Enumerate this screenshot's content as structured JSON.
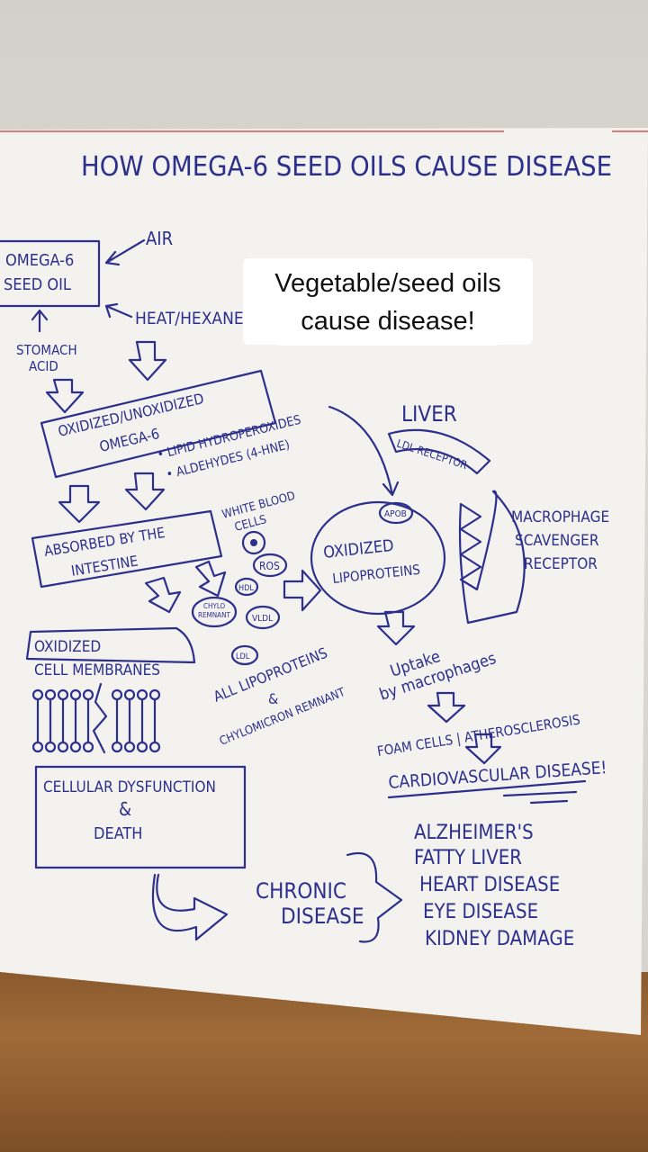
{
  "caption": {
    "line1": "Vegetable/seed oils",
    "line2": "cause disease!"
  },
  "poster": {
    "title": "HOW OMEGA-6 SEED OILS CAUSE DISEASE",
    "seed_oil_line1": "OMEGA-6",
    "seed_oil_line2": "SEED OIL",
    "air": "AIR",
    "heat_hexane": "HEAT/HEXANE",
    "stomach_acid_line1": "STOMACH",
    "stomach_acid_line2": "ACID",
    "oxidized_line1": "OXIDIZED/UNOXIDIZED",
    "oxidized_line2": "OMEGA-6",
    "lipid_hydroperoxides": "• LIPID HYDROPEROXIDES",
    "aldehydes": "• ALDEHYDES (4-HNE)",
    "absorbed_line1": "ABSORBED BY THE",
    "absorbed_line2": "INTESTINE",
    "white_blood_cells_line1": "WHITE BLOOD",
    "white_blood_cells_line2": "CELLS",
    "ros": "ROS",
    "hdl": "HDL",
    "chylo_line1": "CHYLO",
    "chylo_line2": "REMNANT",
    "vldl": "VLDL",
    "ldl": "LDL",
    "all_lipoproteins_line1": "ALL LIPOPROTEINS",
    "all_lipoproteins_line2": "&",
    "all_lipoproteins_line3": "CHYLOMICRON REMNANT",
    "liver": "LIVER",
    "ldl_receptor": "LDL RECEPTOR",
    "apob": "APOB",
    "oxidized_lipoproteins_line1": "OXIDIZED",
    "oxidized_lipoproteins_line2": "LIPOPROTEINS",
    "macrophage_line1": "MACROPHAGE",
    "macrophage_line2": "SCAVENGER",
    "macrophage_line3": "RECEPTOR",
    "uptake_line1": "Uptake",
    "uptake_line2": "by macrophages",
    "foam_cells": "FOAM CELLS | ATHEROSCLEROSIS",
    "cardio": "CARDIOVASCULAR DISEASE!",
    "oxidized_membranes_line1": "OXIDIZED",
    "oxidized_membranes_line2": "CELL MEMBRANES",
    "dysfunction_line1": "CELLULAR DYSFUNCTION",
    "dysfunction_line2": "&",
    "dysfunction_line3": "DEATH",
    "chronic_line1": "CHRONIC",
    "chronic_line2": "DISEASE",
    "diseases": [
      "ALZHEIMER'S",
      "FATTY LIVER",
      "HEART DISEASE",
      "EYE DISEASE",
      "KIDNEY DAMAGE"
    ]
  },
  "colors": {
    "ink": "#2d2f8c",
    "paper": "#f4f3ef",
    "table": "#8a5a2e"
  }
}
